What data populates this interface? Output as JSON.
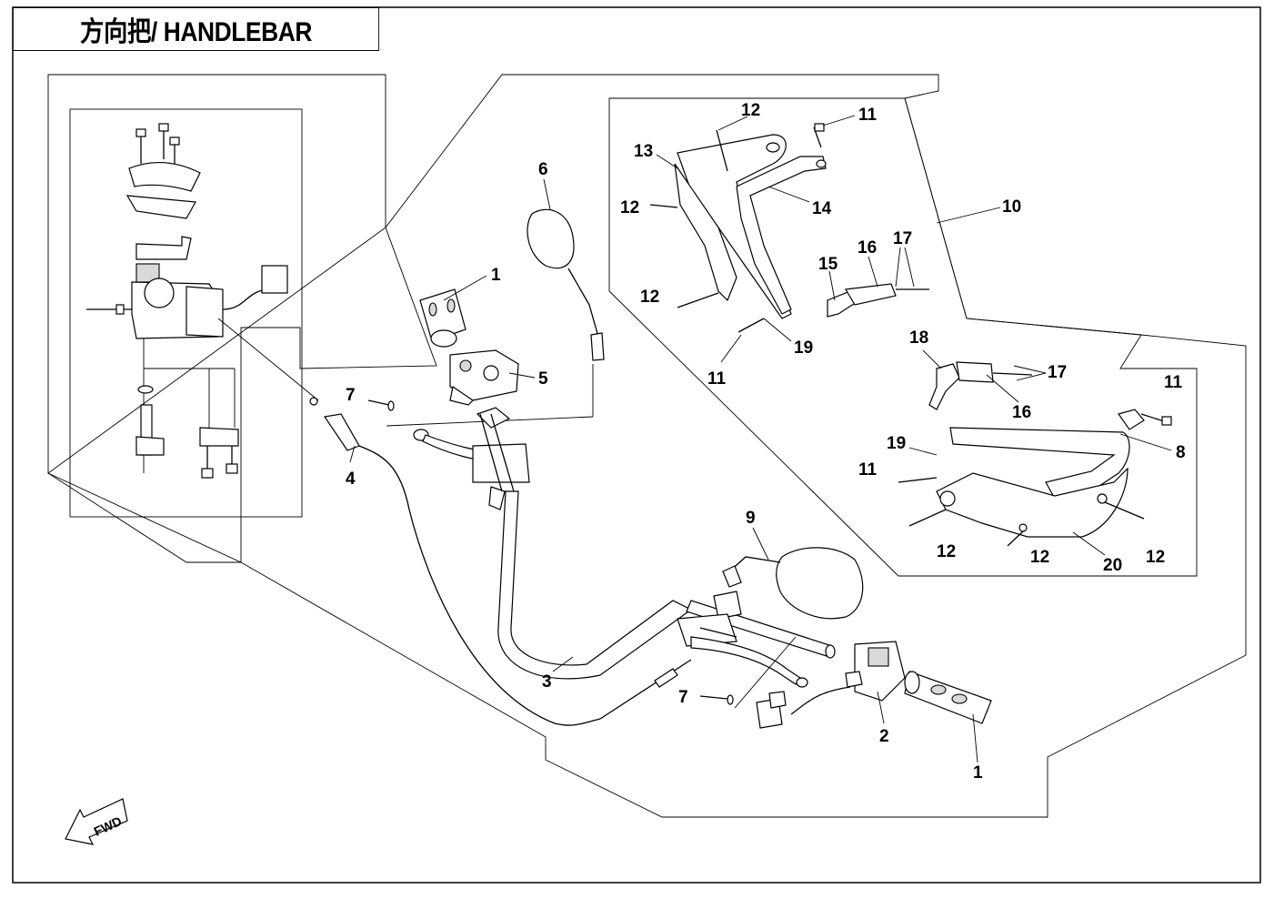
{
  "title": "方向把/ HANDLEBAR",
  "fwd_label": "FWD",
  "callouts": [
    {
      "id": "c1a",
      "label": "1"
    },
    {
      "id": "c1b",
      "label": "1"
    },
    {
      "id": "c2",
      "label": "2"
    },
    {
      "id": "c3",
      "label": "3"
    },
    {
      "id": "c4",
      "label": "4"
    },
    {
      "id": "c5",
      "label": "5"
    },
    {
      "id": "c6",
      "label": "6"
    },
    {
      "id": "c7a",
      "label": "7"
    },
    {
      "id": "c7b",
      "label": "7"
    },
    {
      "id": "c8",
      "label": "8"
    },
    {
      "id": "c9",
      "label": "9"
    },
    {
      "id": "c10",
      "label": "10"
    },
    {
      "id": "c11a",
      "label": "11"
    },
    {
      "id": "c11b",
      "label": "11"
    },
    {
      "id": "c11c",
      "label": "11"
    },
    {
      "id": "c11d",
      "label": "11"
    },
    {
      "id": "c12a",
      "label": "12"
    },
    {
      "id": "c12b",
      "label": "12"
    },
    {
      "id": "c12c",
      "label": "12"
    },
    {
      "id": "c12d",
      "label": "12"
    },
    {
      "id": "c12e",
      "label": "12"
    },
    {
      "id": "c12f",
      "label": "12"
    },
    {
      "id": "c13",
      "label": "13"
    },
    {
      "id": "c14",
      "label": "14"
    },
    {
      "id": "c15",
      "label": "15"
    },
    {
      "id": "c16a",
      "label": "16"
    },
    {
      "id": "c16b",
      "label": "16"
    },
    {
      "id": "c17a",
      "label": "17"
    },
    {
      "id": "c17b",
      "label": "17"
    },
    {
      "id": "c18",
      "label": "18"
    },
    {
      "id": "c19a",
      "label": "19"
    },
    {
      "id": "c19b",
      "label": "19"
    },
    {
      "id": "c20",
      "label": "20"
    }
  ]
}
